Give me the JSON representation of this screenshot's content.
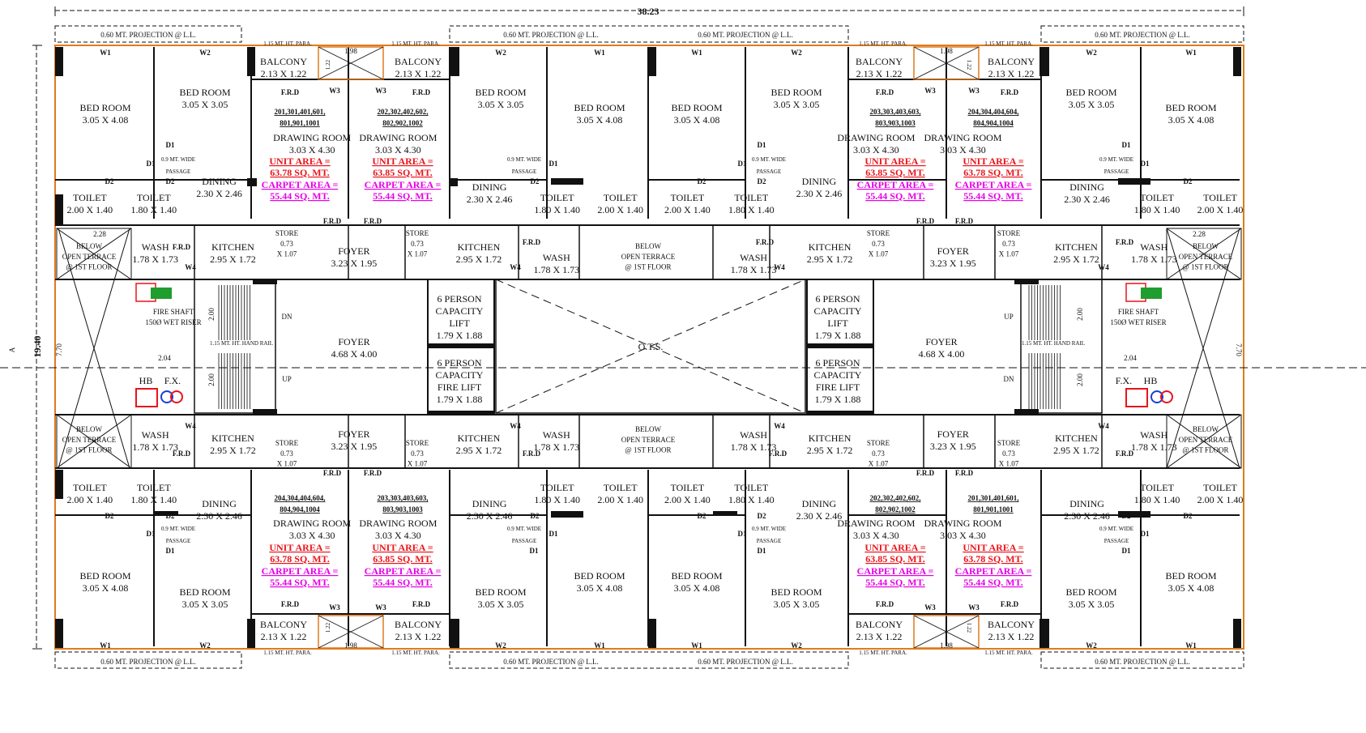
{
  "overall": {
    "width_dim": "38.23",
    "height_dim": "19.40",
    "section_marker": "A"
  },
  "projection_label": "0.60 MT. PROJECTION @ L.L.",
  "para_label": "1.15 MT. HT. PARA.",
  "dims": {
    "d198": "1.98",
    "d122": "1.22",
    "d228": "2.28",
    "d204": "2.04",
    "d770": "7.70",
    "d200": "2.00"
  },
  "windows": {
    "w1": "W1",
    "w2": "W2",
    "w3": "W3",
    "w4": "W4",
    "d1": "D1",
    "d2": "D2",
    "frd": "F.R.D"
  },
  "rooms": {
    "bed_a": [
      "BED ROOM",
      "3.05 X 4.08"
    ],
    "bed_b": [
      "BED ROOM",
      "3.05 X 3.05"
    ],
    "balcony": [
      "BALCONY",
      "2.13 X 1.22"
    ],
    "toilet_a": [
      "TOILET",
      "2.00 X 1.40"
    ],
    "toilet_b": [
      "TOILET",
      "1.80 X 1.40"
    ],
    "dining": [
      "DINING",
      "2.30 X 2.46"
    ],
    "kitchen": [
      "KITCHEN",
      "2.95 X 1.72"
    ],
    "wash": [
      "WASH",
      "1.78 X 1.73"
    ],
    "foyer_small": [
      "FOYER",
      "3.23 X 1.95"
    ],
    "foyer_big": [
      "FOYER",
      "4.68 X 4.00"
    ],
    "drawing": [
      "DRAWING ROOM",
      "3.03 X 4.30"
    ],
    "store": [
      "STORE",
      "0.73",
      "X 1.07"
    ],
    "below_terrace": [
      "BELOW",
      "OPEN TERRACE",
      "@ 1ST FLOOR"
    ],
    "lift": [
      "6 PERSON",
      "CAPACITY",
      "LIFT",
      "1.79 X 1.88"
    ],
    "fire_lift": [
      "6 PERSON",
      "CAPACITY",
      "FIRE LIFT",
      "1.79 X 1.88"
    ],
    "fire_shaft": [
      "FIRE SHAFT",
      "150Ø WET RISER"
    ],
    "passage": [
      "0.9 MT. WIDE",
      "PASSAGE"
    ],
    "ots": "O.T.S.",
    "hb": "HB",
    "fx": "F.X.",
    "dn": "DN",
    "up": "UP",
    "handrail": "1.15 MT. HT. HAND RAIL"
  },
  "unit_area_label": "UNIT AREA =",
  "carpet_area_label": "CARPET AREA =",
  "carpet_area_value": "55.44 SQ. MT.",
  "units": {
    "tl": {
      "nums": [
        "201,301,401,601,",
        "801,901,1001"
      ],
      "area": "63.78 SQ. MT."
    },
    "tr": {
      "nums": [
        "202,302,402,602,",
        "802,902,1002"
      ],
      "area": "63.85 SQ. MT."
    },
    "rl": {
      "nums": [
        "203,303,403,603,",
        "803,903,1003"
      ],
      "area": "63.85 SQ. MT."
    },
    "rr": {
      "nums": [
        "204,304,404,604,",
        "804,904,1004"
      ],
      "area": "63.78 SQ. MT."
    },
    "bll": {
      "nums": [
        "204,304,404,604,",
        "804,904,1004"
      ],
      "area": "63.78 SQ. MT."
    },
    "blr": {
      "nums": [
        "203,303,403,603,",
        "803,903,1003"
      ],
      "area": "63.85 SQ. MT."
    },
    "brl": {
      "nums": [
        "202,302,402,602,",
        "802,902,1002"
      ],
      "area": "63.85 SQ. MT."
    },
    "brr": {
      "nums": [
        "201,301,401,601,",
        "801,901,1001"
      ],
      "area": "63.78 SQ. MT."
    }
  },
  "colors": {
    "wall": "#111111",
    "orange": "#e07a1f",
    "red": "#e8141b",
    "magenta": "#e600e6",
    "green": "#1f9d2e",
    "blue": "#1a3fd4"
  }
}
